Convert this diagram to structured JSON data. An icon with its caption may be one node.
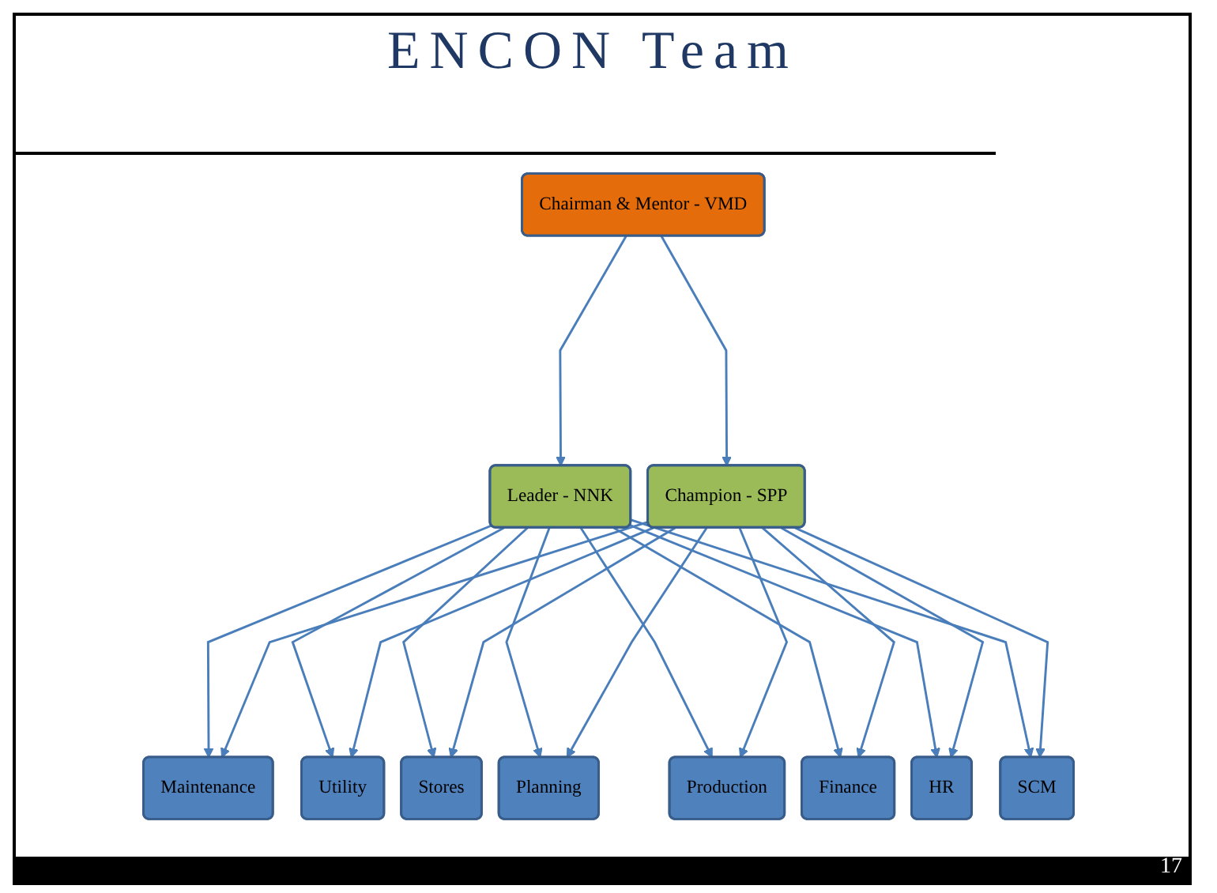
{
  "diagram": {
    "title": "ENCON Team",
    "nodes": [
      {
        "text": [
          "Chairman & Mentor - VMD"
        ]
      },
      {
        "text": [
          "Leader - NNK"
        ]
      },
      {
        "text": [
          "Champion - SPP"
        ]
      },
      {
        "text": [
          "Maintenance"
        ]
      },
      {
        "text": [
          "Utility"
        ]
      },
      {
        "text": [
          "Stores"
        ]
      },
      {
        "text": [
          "Planning"
        ]
      },
      {
        "text": [
          "Production"
        ]
      },
      {
        "text": [
          "Finance"
        ]
      },
      {
        "text": [
          "HR"
        ]
      },
      {
        "text": [
          "SCM"
        ]
      }
    ],
    "edges": [
      {
        "from": 0,
        "to": 1,
        "arrow": "to"
      },
      {
        "from": 0,
        "to": 2,
        "arrow": "to"
      },
      {
        "from": 1,
        "to": 3,
        "arrow": "to"
      },
      {
        "from": 1,
        "to": 4,
        "arrow": "to"
      },
      {
        "from": 1,
        "to": 5,
        "arrow": "to"
      },
      {
        "from": 1,
        "to": 6,
        "arrow": "to"
      },
      {
        "from": 1,
        "to": 7,
        "arrow": "to"
      },
      {
        "from": 1,
        "to": 8,
        "arrow": "to"
      },
      {
        "from": 1,
        "to": 9,
        "arrow": "to"
      },
      {
        "from": 1,
        "to": 10,
        "arrow": "to"
      },
      {
        "from": 2,
        "to": 3,
        "arrow": "to"
      },
      {
        "from": 2,
        "to": 4,
        "arrow": "to"
      },
      {
        "from": 2,
        "to": 5,
        "arrow": "to"
      },
      {
        "from": 2,
        "to": 6,
        "arrow": "to"
      },
      {
        "from": 2,
        "to": 7,
        "arrow": "to"
      },
      {
        "from": 2,
        "to": 8,
        "arrow": "to"
      },
      {
        "from": 2,
        "to": 9,
        "arrow": "to"
      },
      {
        "from": 2,
        "to": 10,
        "arrow": "to"
      }
    ],
    "labels": [
      "17"
    ]
  }
}
